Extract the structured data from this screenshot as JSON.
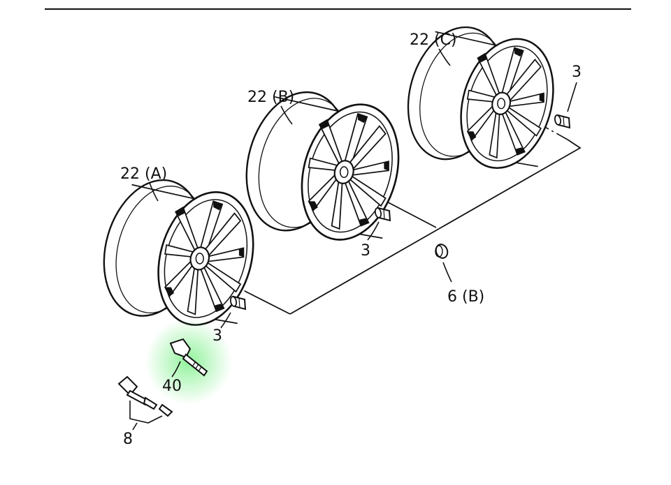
{
  "labels": {
    "wheel_c": "22 (C)",
    "wheel_b": "22 (B)",
    "wheel_a": "22 (A)",
    "nut_c": "3",
    "nut_b": "3",
    "nut_a": "3",
    "cap": "6 (B)",
    "sensor": "40",
    "valve": "8"
  },
  "highlight_color": "#37e84a",
  "line_color": "#111111"
}
